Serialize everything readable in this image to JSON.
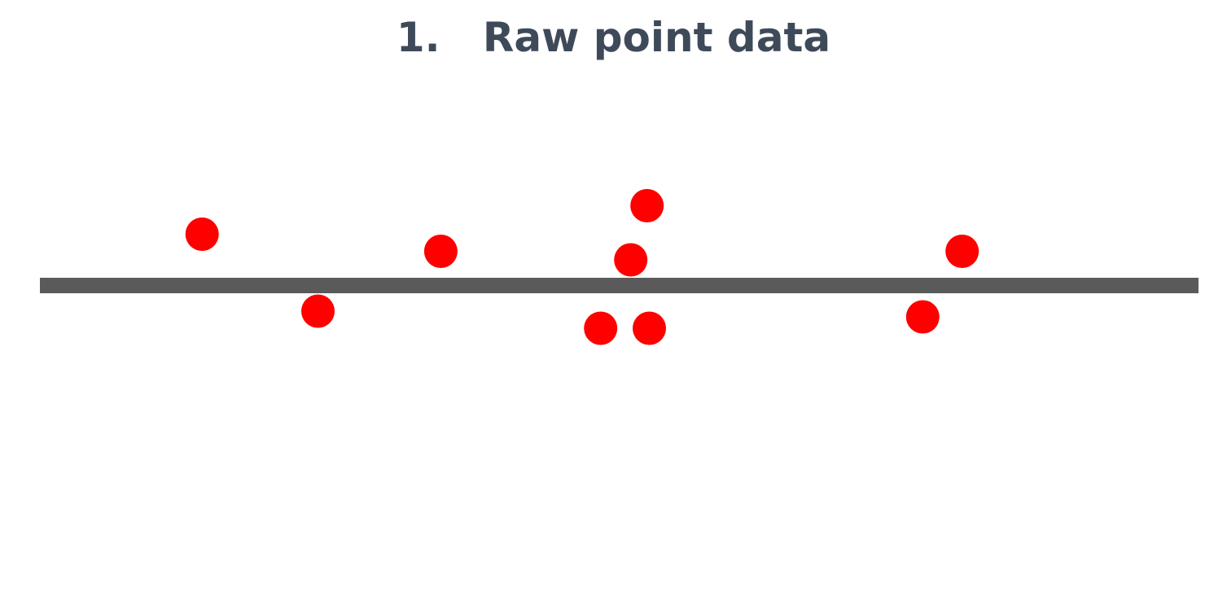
{
  "title": "1.   Raw point data",
  "colors": {
    "title": "#3e4a59",
    "line": "#5a5a5a",
    "point": "#ff0000",
    "background": "#ffffff"
  },
  "diagram_data": {
    "x_range": [
      0,
      100
    ],
    "y_range": [
      -100,
      100
    ],
    "points": [
      {
        "x": 14,
        "y": 18
      },
      {
        "x": 24,
        "y": -9
      },
      {
        "x": 34.6,
        "y": 12
      },
      {
        "x": 48.4,
        "y": -15
      },
      {
        "x": 51,
        "y": 9
      },
      {
        "x": 52.4,
        "y": 28
      },
      {
        "x": 52.6,
        "y": -15
      },
      {
        "x": 76.2,
        "y": -11
      },
      {
        "x": 79.6,
        "y": 12
      }
    ]
  }
}
